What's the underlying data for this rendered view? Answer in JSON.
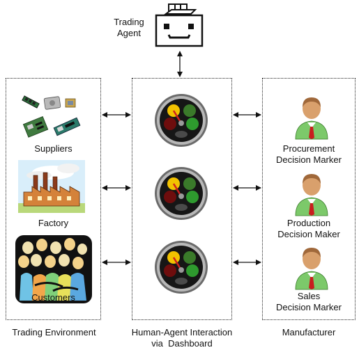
{
  "agent": {
    "line1": "Trading",
    "line2": "Agent"
  },
  "environment": {
    "title": "Trading Environment",
    "items": [
      {
        "label": "Suppliers",
        "icon": "hardware-components-icon"
      },
      {
        "label": "Factory",
        "icon": "factory-icon"
      },
      {
        "label": "Customers",
        "icon": "crowd-icon"
      }
    ]
  },
  "dashboard": {
    "title_line1": "Human-Agent Interaction",
    "title_line2": "via  Dashboard",
    "gauge_count": 3
  },
  "manufacturer": {
    "title": "Manufacturer",
    "roles": [
      {
        "line1": "Procurement",
        "line2": "Decision Marker"
      },
      {
        "line1": "Production",
        "line2": "Decision Maker"
      },
      {
        "line1": "Sales",
        "line2": "Decision Marker"
      }
    ]
  },
  "colors": {
    "box_border": "#222222",
    "gauge_body": "#1a1a1a",
    "gauge_yellow": "#f2c200",
    "gauge_green": "#2e9a2e",
    "gauge_red": "#8a1010",
    "person_skin": "#d9a06c",
    "person_shirt": "#7cc96a",
    "person_tie": "#c81e1e"
  }
}
